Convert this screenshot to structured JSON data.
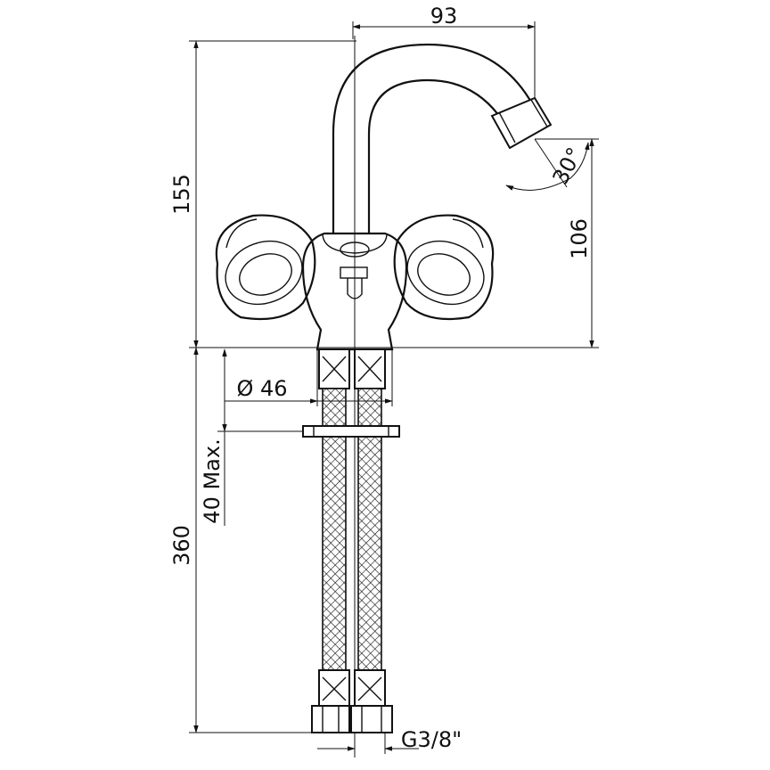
{
  "drawing": {
    "dim_spout_reach": "93",
    "dim_total_height": "155",
    "dim_spout_height": "106",
    "dim_angle": "30°",
    "dim_base_diameter": "Ø 46",
    "dim_max_thickness": "40 Max.",
    "dim_hose_length": "360",
    "dim_thread": "G3/8\""
  }
}
